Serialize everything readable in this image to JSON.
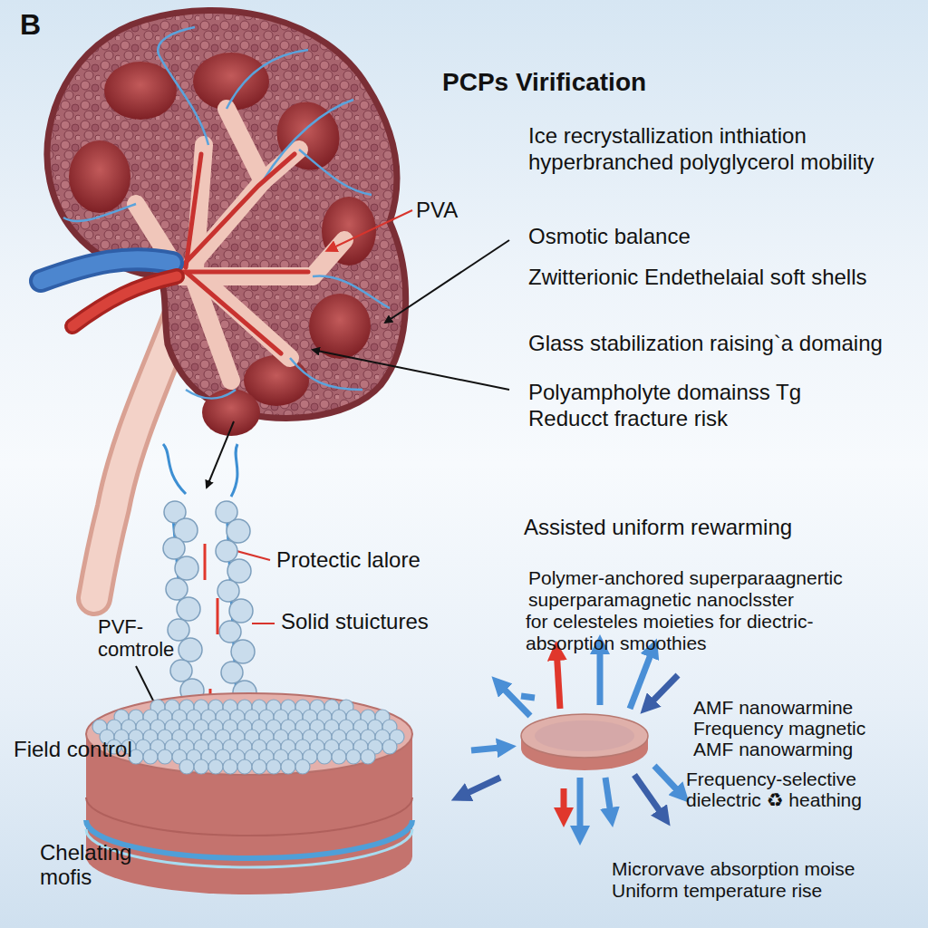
{
  "diagram": {
    "title": "PCPs Virification",
    "labels": [
      "B",
      "Ice recrystallization inthiation",
      "hyperbranched polyglycerol mobility",
      "PVA",
      "Osmotic balance",
      "Zwitterionic Endethelaial soft shells",
      "Glass stabilization raising`a domaing",
      "Polyampholyte domainss Tg",
      "Reducct fracture risk",
      "Assisted uniform rewarming",
      "Polymer-anchored superparaagnertic",
      "superparamagnetic nanoclsster",
      "for celesteles moieties for diectric-",
      "absorption smoothies",
      "Protectic lalore",
      "Solid stuictures",
      "PVF-",
      "comtrole",
      "AMF nanowarmine",
      "Frequency magnetic",
      "AMF nanowarming",
      "Field control",
      "Frequency-selective",
      "dielectric ♻ heathing",
      "Chelating",
      "mofis",
      "Microrvave absorption moise",
      "Uniform temperature rise"
    ]
  }
}
